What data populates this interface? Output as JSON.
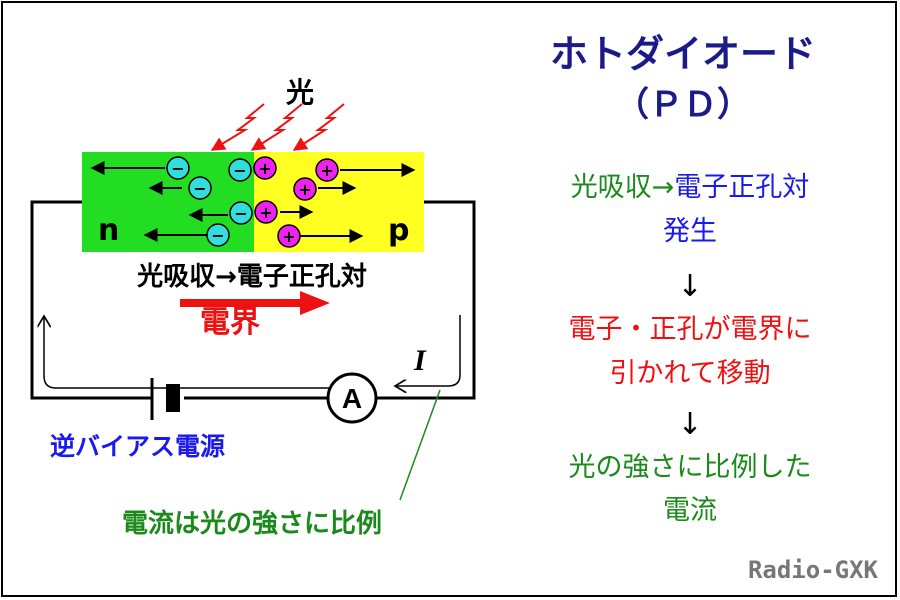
{
  "title": {
    "line1": "ホトダイオード",
    "line2": "（ＰＤ）"
  },
  "circuit": {
    "light_label": "光",
    "n_label": "n",
    "p_label": "p",
    "junction_caption": "光吸収→電子正孔対",
    "field_label": "電界",
    "ammeter_label": "A",
    "current_symbol": "I",
    "electron_sign": "−",
    "hole_sign": "+",
    "bias_label": "逆バイアス電源",
    "current_note": "電流は光の強さに比例"
  },
  "flow": {
    "step1_line1_a": "光吸収→",
    "step1_line1_b": "電子正孔対",
    "step1_line2": "発生",
    "arrow": "↓",
    "step2_line1": "電子・正孔が電界に",
    "step2_line2": "引かれて移動",
    "step3_line1": "光の強さに比例した",
    "step3_line2": "電流"
  },
  "credit": "Radio-GXK",
  "colors": {
    "n_region": "#22dd22",
    "p_region": "#ffff22",
    "electron": "#33dddd",
    "hole": "#ee22ee",
    "navy": "#1a1a8a",
    "green_text": "#1a8a1a",
    "blue_text": "#1a1aee",
    "red": "#ee1111",
    "note_line": "#1a8a1a",
    "credit": "#777777"
  }
}
